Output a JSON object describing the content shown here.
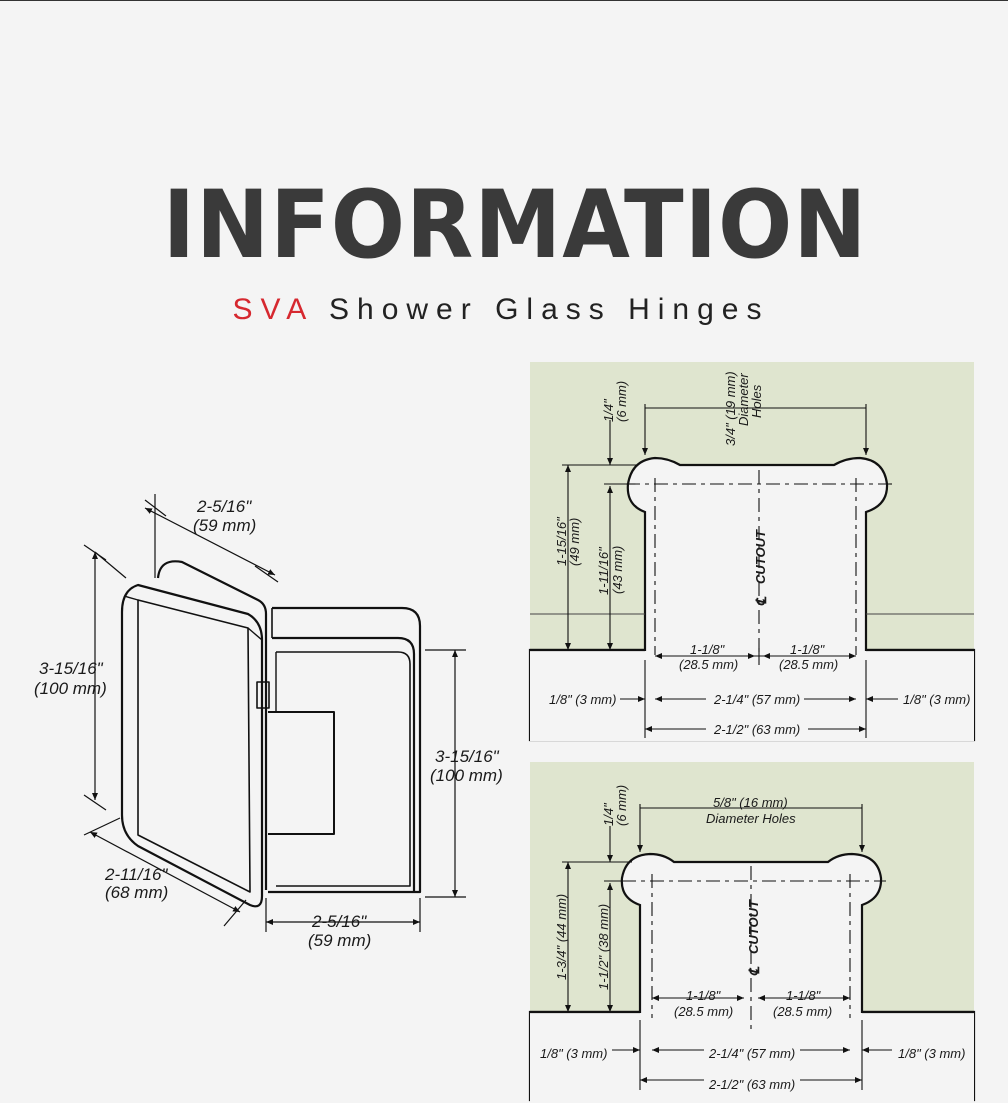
{
  "header": {
    "title": "INFORMATION",
    "brand": "SVA",
    "subtitle": "Shower Glass Hinges"
  },
  "colors": {
    "brand_red": "#d6282f",
    "panel_green": "#dfe5cf",
    "title_gray": "#3a3a3a"
  },
  "hinge": {
    "top_width": "2-5/16\"",
    "top_width_mm": "(59 mm)",
    "left_height": "3-15/16\"",
    "left_height_mm": "(100 mm)",
    "right_height": "3-15/16\"",
    "right_height_mm": "(100 mm)",
    "bottom_left": "2-11/16\"",
    "bottom_left_mm": "(68 mm)",
    "bottom_width": "2-5/16\"",
    "bottom_width_mm": "(59 mm)"
  },
  "cutout1": {
    "top_offset": "1/4\"",
    "top_offset_mm": "(6 mm)",
    "holes_a": "3/4\" (19 mm)",
    "holes_b": "Diameter",
    "holes_c": "Holes",
    "left_outer": "1-15/16\"",
    "left_outer_mm": "(49 mm)",
    "left_inner": "1-11/16\"",
    "left_inner_mm": "(43 mm)",
    "cutout": "CUTOUT",
    "half_l": "1-1/8\"",
    "half_l_mm": "(28.5 mm)",
    "half_r": "1-1/8\"",
    "half_r_mm": "(28.5 mm)",
    "edge_l": "1/8\" (3 mm)",
    "edge_r": "1/8\" (3 mm)",
    "inner_w": "2-1/4\" (57 mm)",
    "outer_w": "2-1/2\" (63 mm)"
  },
  "cutout2": {
    "top_offset": "1/4\"",
    "top_offset_mm": "(6 mm)",
    "holes_a": "5/8\" (16 mm)",
    "holes_b": "Diameter Holes",
    "left_outer": "1-3/4\" (44 mm)",
    "left_inner": "1-1/2\" (38 mm)",
    "cutout": "CUTOUT",
    "half_l": "1-1/8\"",
    "half_l_mm": "(28.5 mm)",
    "half_r": "1-1/8\"",
    "half_r_mm": "(28.5 mm)",
    "edge_l": "1/8\" (3 mm)",
    "edge_r": "1/8\" (3 mm)",
    "inner_w": "2-1/4\" (57 mm)",
    "outer_w": "2-1/2\" (63 mm)"
  }
}
